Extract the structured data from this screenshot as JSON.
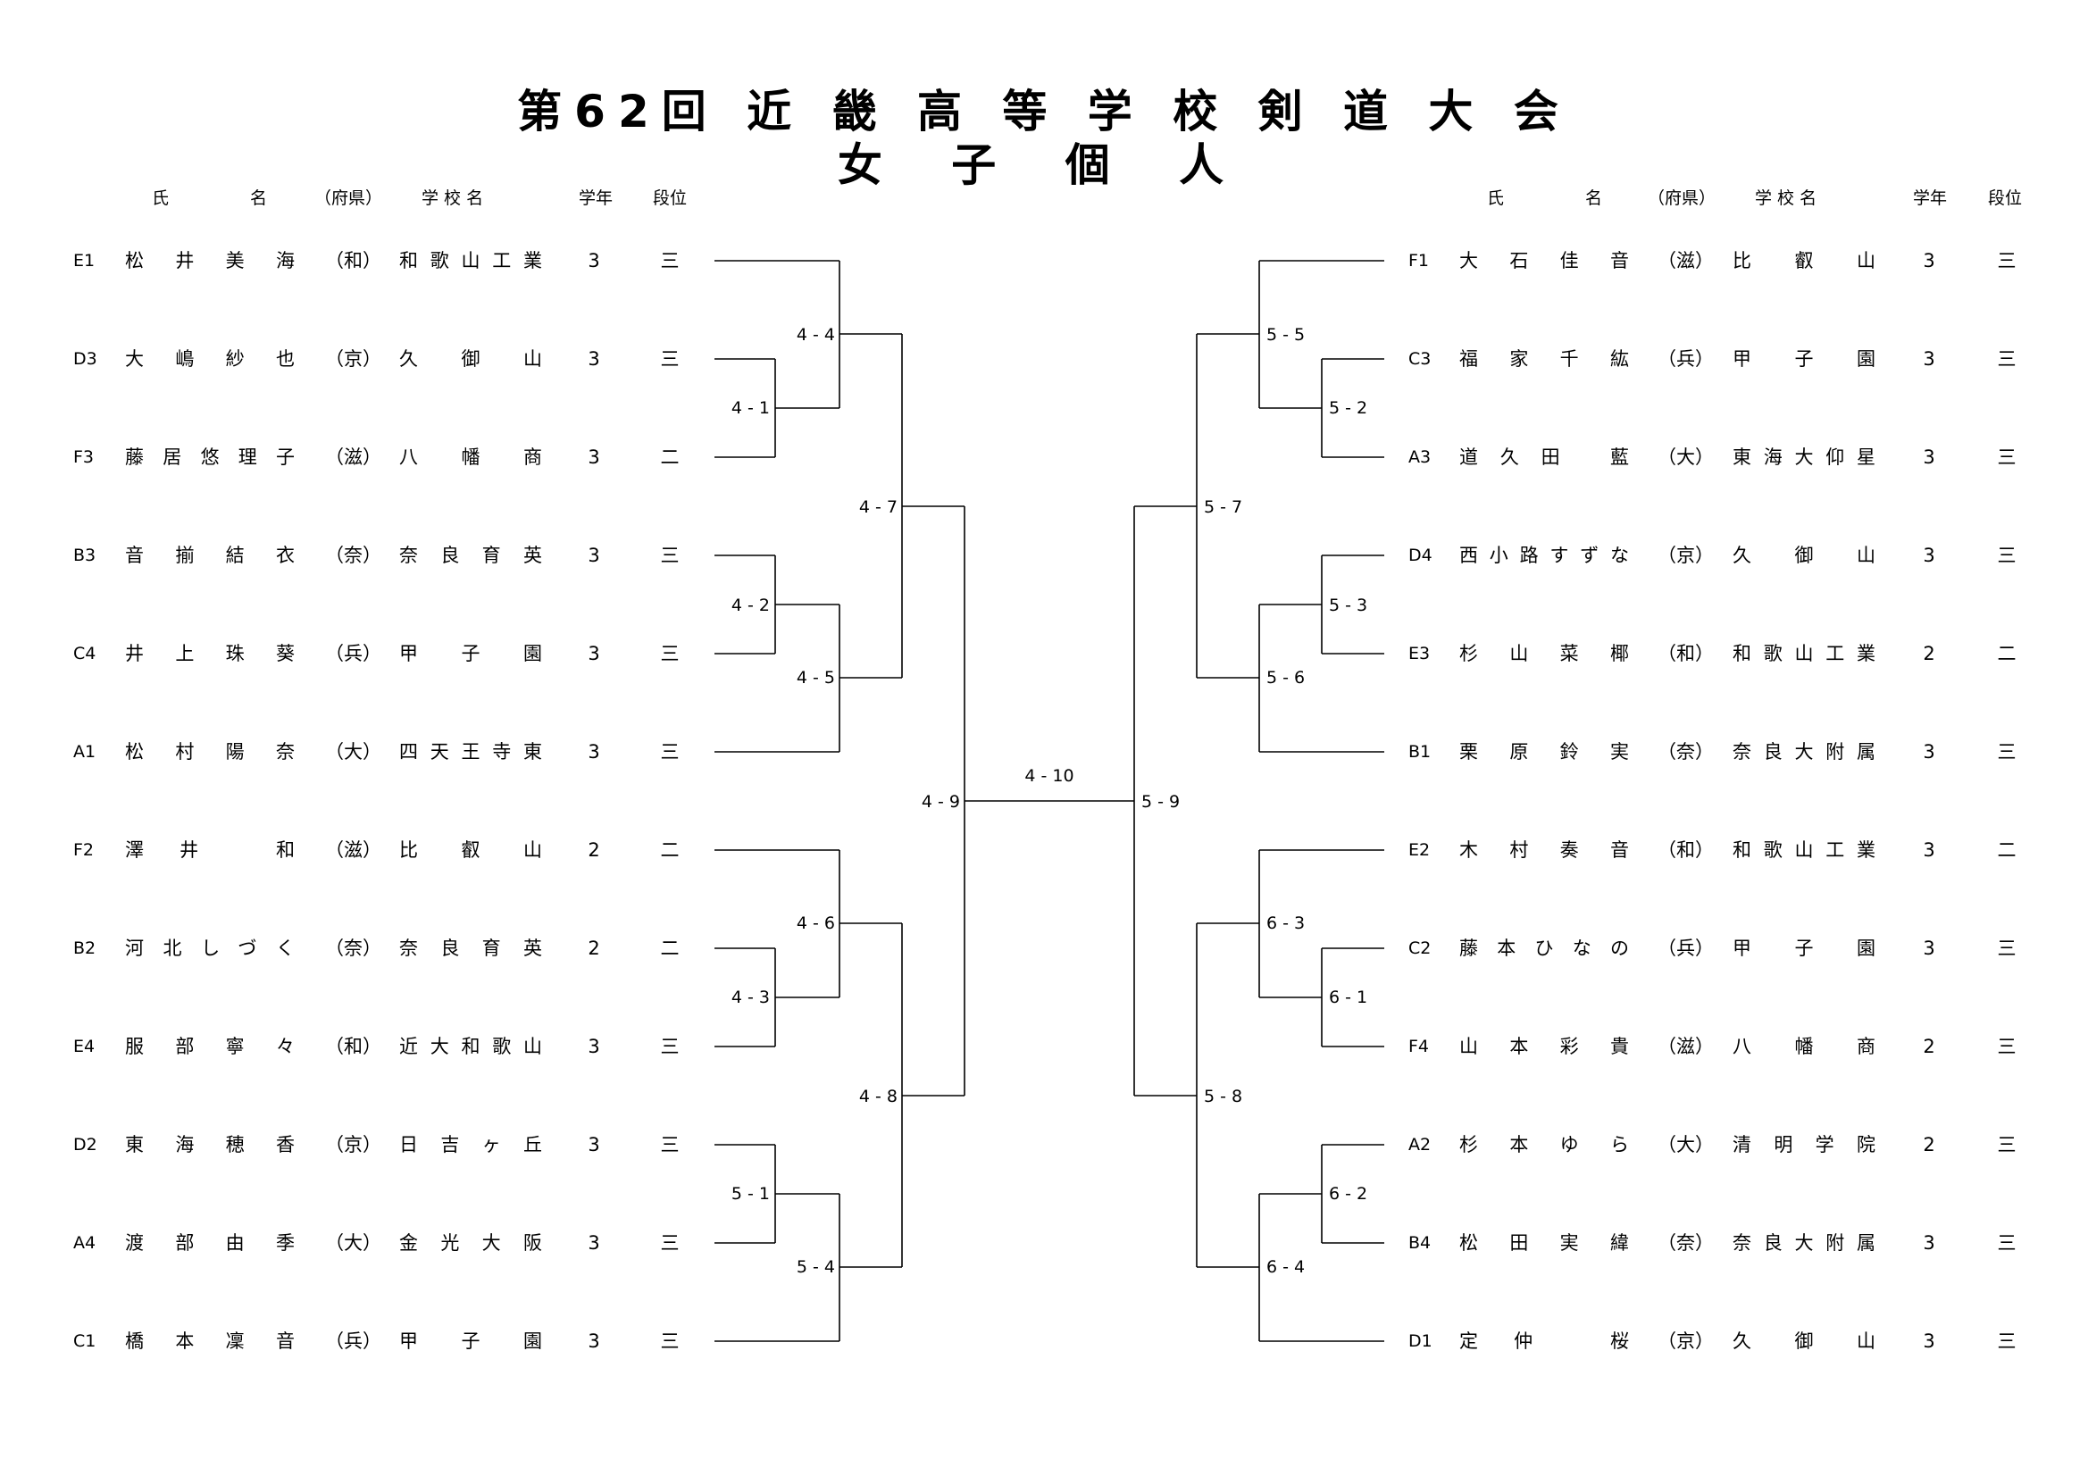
{
  "title": "第62回 近 畿 高 等 学 校 剣 道 大 会",
  "subtitle": "女 子 個 人",
  "headers": {
    "name_1": "氏",
    "name_2": "名",
    "pref": "（府県）",
    "school": "学 校 名",
    "grade": "学年",
    "rank": "段位"
  },
  "left_players": [
    {
      "seed": "E1",
      "name": "松井美海",
      "pref": "（和）",
      "school": "和歌山工業",
      "grade": "3",
      "rank": "三"
    },
    {
      "seed": "D3",
      "name": "大嶋紗也",
      "pref": "（京）",
      "school": "久御山",
      "grade": "3",
      "rank": "三"
    },
    {
      "seed": "F3",
      "name": "藤居悠理子",
      "pref": "（滋）",
      "school": "八幡商",
      "grade": "3",
      "rank": "二"
    },
    {
      "seed": "B3",
      "name": "音揃結衣",
      "pref": "（奈）",
      "school": "奈良育英",
      "grade": "3",
      "rank": "三"
    },
    {
      "seed": "C4",
      "name": "井上珠葵",
      "pref": "（兵）",
      "school": "甲子園",
      "grade": "3",
      "rank": "三"
    },
    {
      "seed": "A1",
      "name": "松村陽奈",
      "pref": "（大）",
      "school": "四天王寺東",
      "grade": "3",
      "rank": "三"
    },
    {
      "seed": "F2",
      "name": "澤井 和",
      "pref": "（滋）",
      "school": "比叡山",
      "grade": "2",
      "rank": "二"
    },
    {
      "seed": "B2",
      "name": "河北しづく",
      "pref": "（奈）",
      "school": "奈良育英",
      "grade": "2",
      "rank": "二"
    },
    {
      "seed": "E4",
      "name": "服部寧々",
      "pref": "（和）",
      "school": "近大和歌山",
      "grade": "3",
      "rank": "三"
    },
    {
      "seed": "D2",
      "name": "東海穂香",
      "pref": "（京）",
      "school": "日吉ヶ丘",
      "grade": "3",
      "rank": "三"
    },
    {
      "seed": "A4",
      "name": "渡部由季",
      "pref": "（大）",
      "school": "金光大阪",
      "grade": "3",
      "rank": "三"
    },
    {
      "seed": "C1",
      "name": "橋本凜音",
      "pref": "（兵）",
      "school": "甲子園",
      "grade": "3",
      "rank": "三"
    }
  ],
  "right_players": [
    {
      "seed": "F1",
      "name": "大石佳音",
      "pref": "（滋）",
      "school": "比叡山",
      "grade": "3",
      "rank": "三"
    },
    {
      "seed": "C3",
      "name": "福家千紘",
      "pref": "（兵）",
      "school": "甲子園",
      "grade": "3",
      "rank": "三"
    },
    {
      "seed": "A3",
      "name": "道久田 藍",
      "pref": "（大）",
      "school": "東海大仰星",
      "grade": "3",
      "rank": "三"
    },
    {
      "seed": "D4",
      "name": "西小路すずな",
      "pref": "（京）",
      "school": "久御山",
      "grade": "3",
      "rank": "三"
    },
    {
      "seed": "E3",
      "name": "杉山菜椰",
      "pref": "（和）",
      "school": "和歌山工業",
      "grade": "2",
      "rank": "二"
    },
    {
      "seed": "B1",
      "name": "栗原鈴実",
      "pref": "（奈）",
      "school": "奈良大附属",
      "grade": "3",
      "rank": "三"
    },
    {
      "seed": "E2",
      "name": "木村奏音",
      "pref": "（和）",
      "school": "和歌山工業",
      "grade": "3",
      "rank": "二"
    },
    {
      "seed": "C2",
      "name": "藤本ひなの",
      "pref": "（兵）",
      "school": "甲子園",
      "grade": "3",
      "rank": "三"
    },
    {
      "seed": "F4",
      "name": "山本彩貴",
      "pref": "（滋）",
      "school": "八幡商",
      "grade": "2",
      "rank": "三"
    },
    {
      "seed": "A2",
      "name": "杉本ゆら",
      "pref": "（大）",
      "school": "清明学院",
      "grade": "2",
      "rank": "三"
    },
    {
      "seed": "B4",
      "name": "松田実緯",
      "pref": "（奈）",
      "school": "奈良大附属",
      "grade": "3",
      "rank": "三"
    },
    {
      "seed": "D1",
      "name": "定仲 桜",
      "pref": "（京）",
      "school": "久御山",
      "grade": "3",
      "rank": "三"
    }
  ],
  "matches": {
    "m4_1": "4 - 1",
    "m4_2": "4 - 2",
    "m4_3": "4 - 3",
    "m4_4": "4 - 4",
    "m4_5": "4 - 5",
    "m4_6": "4 - 6",
    "m4_7": "4 - 7",
    "m4_8": "4 - 8",
    "m4_9": "4 - 9",
    "m4_10": "4 - 10",
    "m5_1": "5 - 1",
    "m5_2": "5 - 2",
    "m5_3": "5 - 3",
    "m5_4": "5 - 4",
    "m5_5": "5 - 5",
    "m5_6": "5 - 6",
    "m5_7": "5 - 7",
    "m5_8": "5 - 8",
    "m5_9": "5 - 9",
    "m6_1": "6 - 1",
    "m6_2": "6 - 2",
    "m6_3": "6 - 3",
    "m6_4": "6 - 4"
  }
}
